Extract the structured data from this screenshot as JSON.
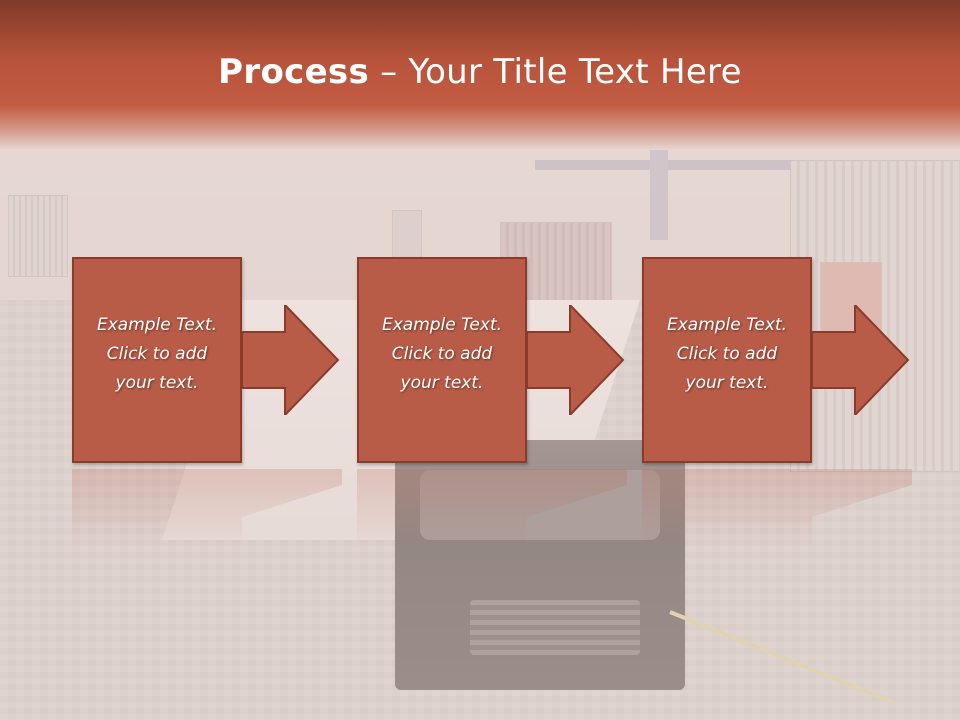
{
  "slide": {
    "title_bold": "Process",
    "title_rest": " – Your Title Text Here"
  },
  "steps": [
    {
      "text": "Example Text.\nClick  to add\nyour text."
    },
    {
      "text": "Example Text.\nClick  to add\nyour text."
    },
    {
      "text": "Example Text.\nClick  to add\nyour text."
    }
  ],
  "colors": {
    "title_band": "#b8533b",
    "box_fill": "#b85c48",
    "box_border": "#8a3b2b",
    "text": "#ffffff"
  },
  "icons": [
    "right-arrow-icon"
  ]
}
